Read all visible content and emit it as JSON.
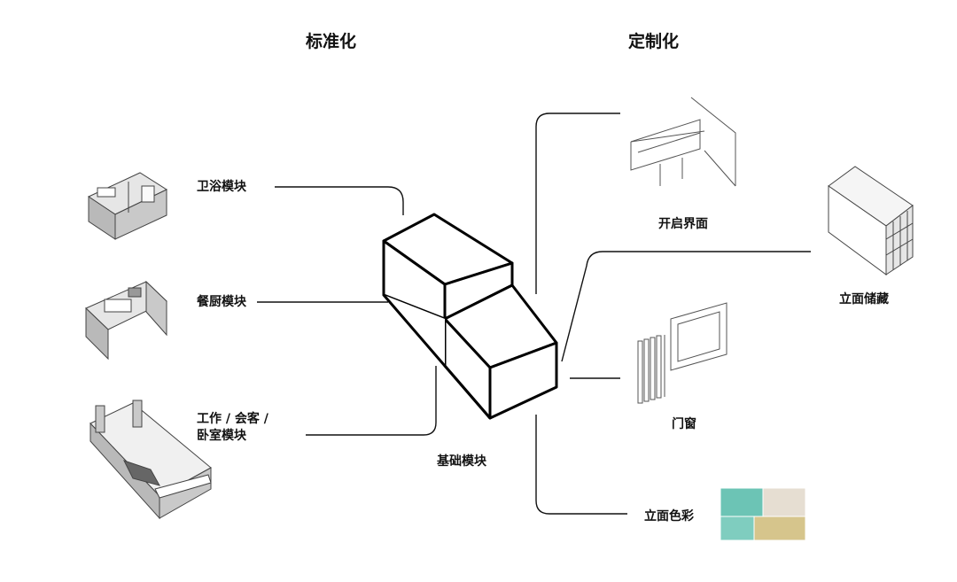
{
  "headers": {
    "standard": "标准化",
    "custom": "定制化"
  },
  "standard_modules": {
    "bathroom": "卫浴模块",
    "kitchen": "餐厨模块",
    "work_line1": "工作 / 会客 /",
    "work_line2": "卧室模块"
  },
  "base_module": "基础模块",
  "custom_items": {
    "opening": "开启界面",
    "storage": "立面储藏",
    "door_window": "门窗",
    "facade_color": "立面色彩"
  },
  "colors": {
    "line": "#111111",
    "box_wall": "#b9b9b9",
    "box_floor": "#d9d9d9",
    "swatch_teal": "#6cc4b5",
    "swatch_beige": "#e6ded2",
    "swatch_ochre": "#d6c58c"
  }
}
